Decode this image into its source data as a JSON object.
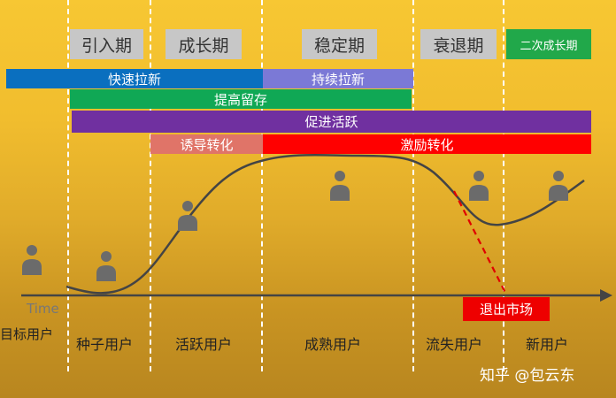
{
  "phases": [
    {
      "label": "引入期"
    },
    {
      "label": "成长期"
    },
    {
      "label": "稳定期"
    },
    {
      "label": "衰退期"
    },
    {
      "label": "二次成长期"
    }
  ],
  "bars": [
    {
      "label": "快速拉新",
      "color": "#0a6fbf"
    },
    {
      "label": "持续拉新",
      "color": "#7b79d6"
    },
    {
      "label": "提高留存",
      "color": "#10a855"
    },
    {
      "label": "促进活跃",
      "color": "#7030a0"
    },
    {
      "label": "诱导转化",
      "color": "#e07468"
    },
    {
      "label": "激励转化",
      "color": "#ff0000"
    }
  ],
  "user_types": [
    "目标用户",
    "种子用户",
    "活跃用户",
    "成熟用户",
    "流失用户",
    "新用户"
  ],
  "axis": {
    "time_label": "Time"
  },
  "exit_market": "退出市场",
  "watermark": "知乎 @包云东",
  "colors": {
    "curve": "#444444",
    "person": "#6b6b6b",
    "decline_dashed": "#e00000",
    "divider": "#ffffff"
  }
}
